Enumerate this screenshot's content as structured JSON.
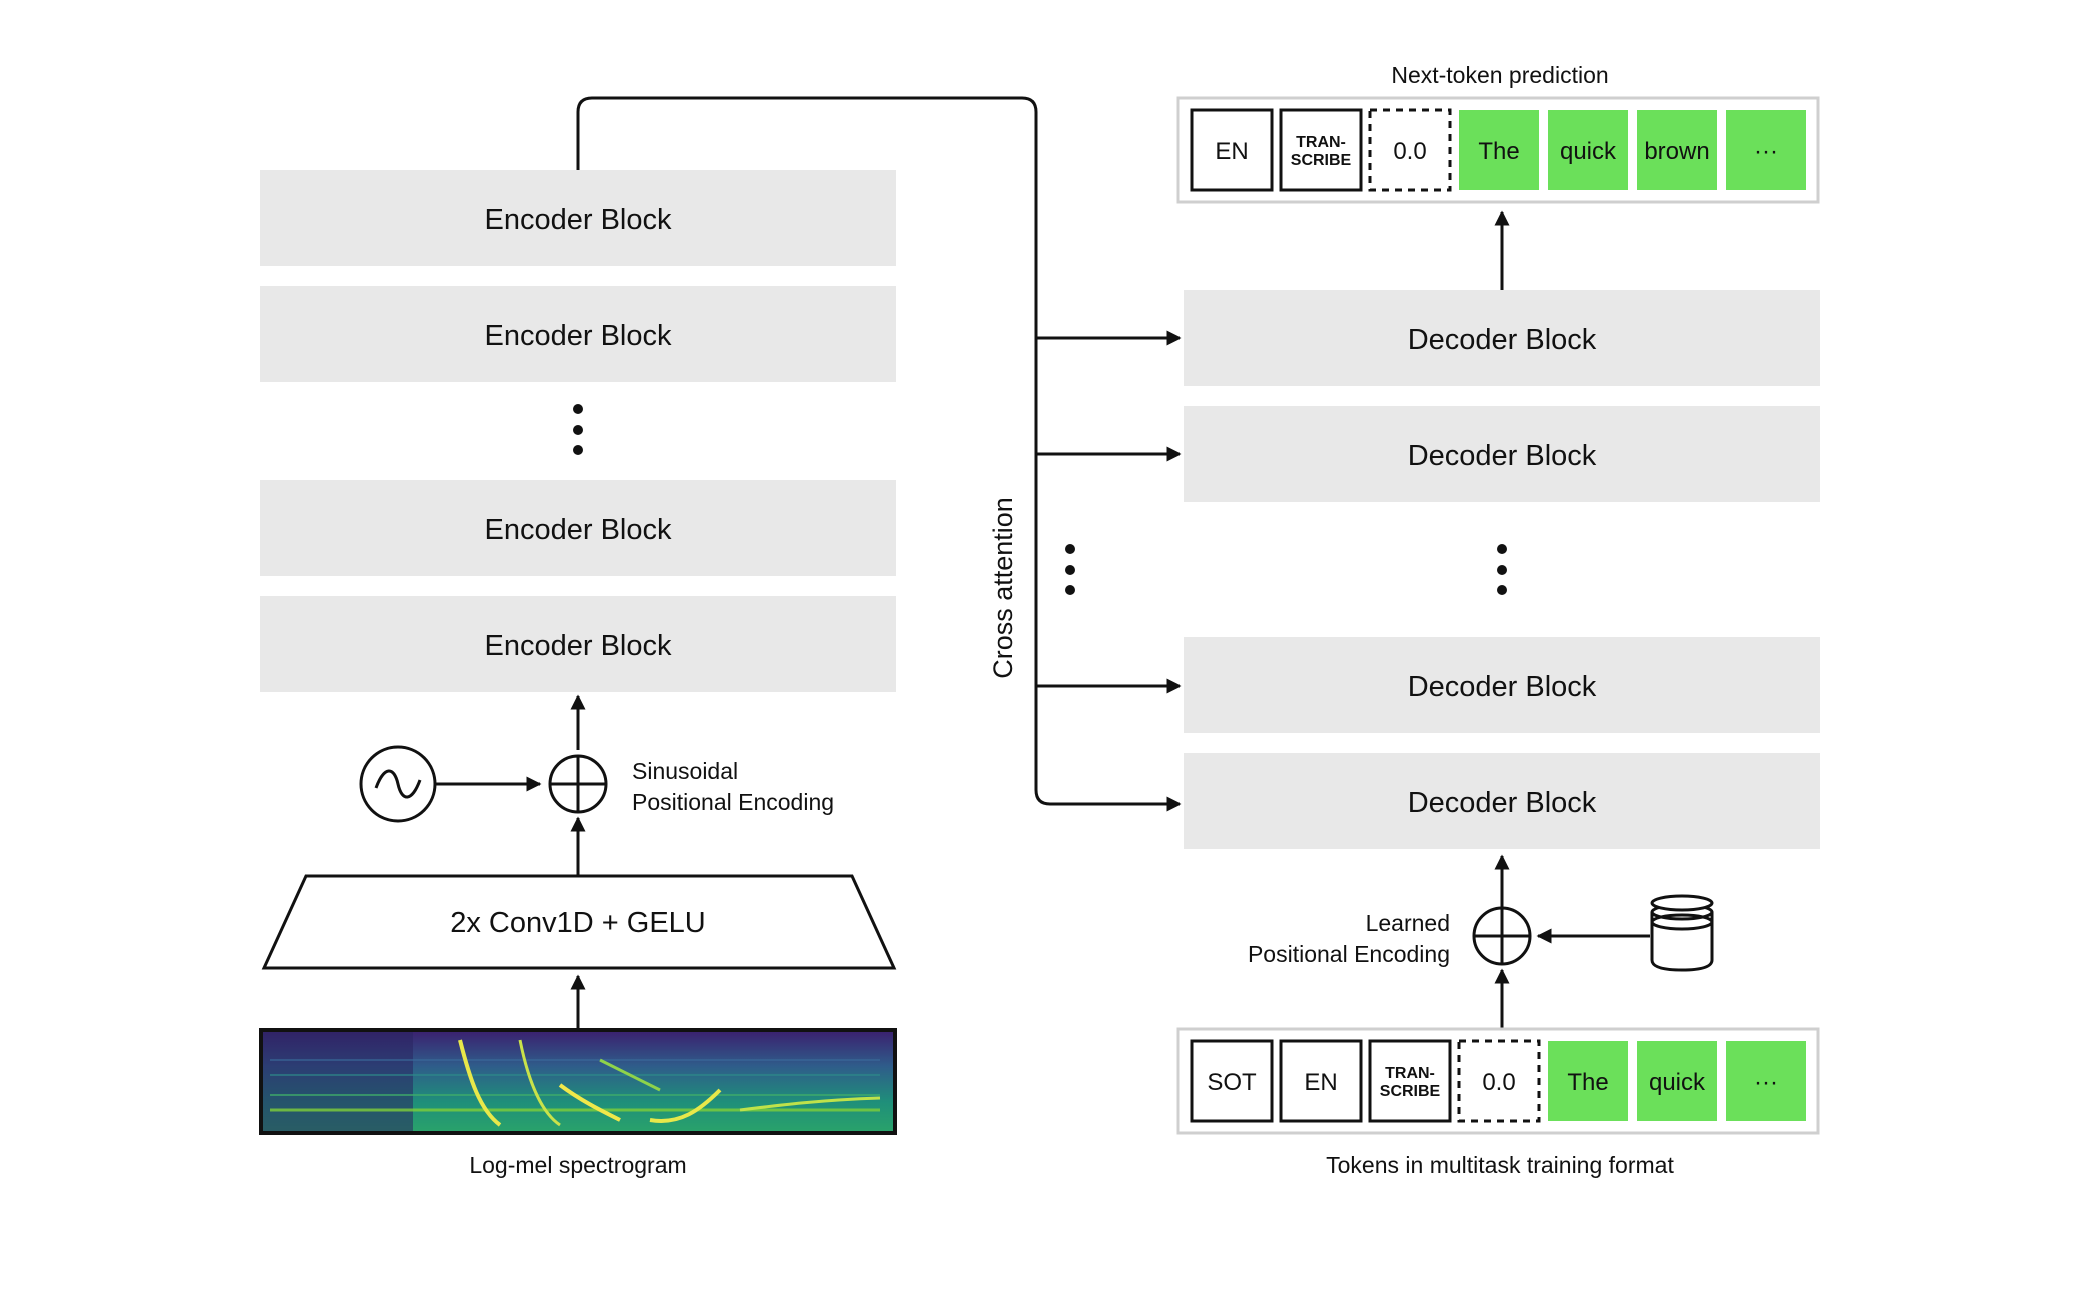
{
  "encoder": {
    "blocks": [
      "Encoder Block",
      "Encoder Block",
      "Encoder Block",
      "Encoder Block"
    ],
    "conv_label": "2x Conv1D + GELU",
    "pos_enc_label_line1": "Sinusoidal",
    "pos_enc_label_line2": "Positional Encoding",
    "input_caption": "Log-mel spectrogram"
  },
  "cross_attention_label": "Cross attention",
  "decoder": {
    "blocks": [
      "Decoder Block",
      "Decoder Block",
      "Decoder Block",
      "Decoder Block"
    ],
    "pos_enc_label_line1": "Learned",
    "pos_enc_label_line2": "Positional Encoding"
  },
  "output_tokens": {
    "caption": "Next-token prediction",
    "tokens": [
      {
        "line1": "EN",
        "line2": "",
        "style": "box"
      },
      {
        "line1": "TRAN-",
        "line2": "SCRIBE",
        "style": "box"
      },
      {
        "line1": "0.0",
        "line2": "",
        "style": "dashed"
      },
      {
        "line1": "The",
        "line2": "",
        "style": "green"
      },
      {
        "line1": "quick",
        "line2": "",
        "style": "green"
      },
      {
        "line1": "brown",
        "line2": "",
        "style": "green"
      },
      {
        "line1": "···",
        "line2": "",
        "style": "green"
      }
    ]
  },
  "input_tokens": {
    "caption": "Tokens in multitask training format",
    "tokens": [
      {
        "line1": "SOT",
        "line2": "",
        "style": "box"
      },
      {
        "line1": "EN",
        "line2": "",
        "style": "box"
      },
      {
        "line1": "TRAN-",
        "line2": "SCRIBE",
        "style": "box"
      },
      {
        "line1": "0.0",
        "line2": "",
        "style": "dashed"
      },
      {
        "line1": "The",
        "line2": "",
        "style": "green"
      },
      {
        "line1": "quick",
        "line2": "",
        "style": "green"
      },
      {
        "line1": "···",
        "line2": "",
        "style": "green"
      }
    ]
  },
  "colors": {
    "block_fill": "#e8e8e8",
    "token_green": "#6be05a",
    "stroke": "#111111"
  }
}
